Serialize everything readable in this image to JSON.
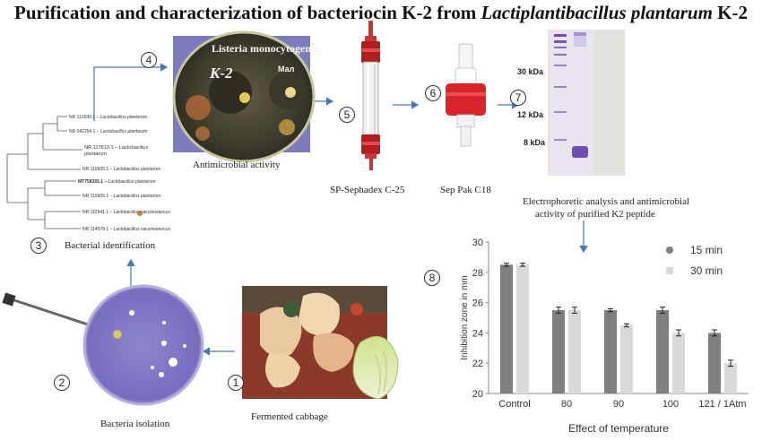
{
  "title": {
    "part1": "Purification and characterization  of bacteriocin K-2 from ",
    "italic": "Lactiplantibacillus plantarum",
    "part2": " K-2"
  },
  "steps": {
    "s1": {
      "number": "1",
      "caption": "Fermented cabbage"
    },
    "s2": {
      "number": "2",
      "caption": "Bacteria  isolation"
    },
    "s3": {
      "number": "3",
      "caption": "Bacterial identification"
    },
    "s4": {
      "number": "4",
      "caption": "Antimicrobial  activity"
    },
    "s5": {
      "number": "5",
      "caption": "SP-Sephadex C-25"
    },
    "s6": {
      "number": "6",
      "caption": "Sep Pak C18"
    },
    "s7": {
      "number": "7",
      "caption_line1": "Electrophoretic  analysis  and antimicrobial",
      "caption_line2": "activity  of purified  K2 peptide"
    },
    "s8": {
      "number": "8"
    }
  },
  "plate": {
    "label_top": "Listeria monocytogenes",
    "label_k2": "K-2",
    "label_mal": "Мал"
  },
  "gel": {
    "markers": [
      "30 kDa",
      "12 kDa",
      "8 kDa"
    ]
  },
  "tree": {
    "leaves": [
      {
        "acc": "NR 112690.1",
        "name": "Lactobacillus plantarum"
      },
      {
        "acc": "NR 042254.1",
        "name": "Lactobacillus plantarum"
      },
      {
        "acc": "NR 117813.1",
        "name": "Lactobacillus",
        "name2": "plantarum"
      },
      {
        "acc": "NR 115605.1",
        "name": "Lactobacillus plantarum"
      },
      {
        "acc": "MT758355.1",
        "name": "Lactobacillus plantarum"
      },
      {
        "acc": "NR 115605.1",
        "name": "Lactobacillus plantarum"
      },
      {
        "acc": "NR 112541.1",
        "name": "Lactobacillus vaccinostercus"
      },
      {
        "acc": "NR 114978.1",
        "name": "Lactobacillus vaccinostercus"
      }
    ]
  },
  "chart_data": {
    "type": "bar",
    "categories": [
      "Control",
      "80",
      "90",
      "100",
      "121 / 1Atm"
    ],
    "series": [
      {
        "name": "15 min",
        "values": [
          28.5,
          25.5,
          25.5,
          25.5,
          24.0
        ],
        "errors": [
          0.1,
          0.2,
          0.1,
          0.2,
          0.2
        ],
        "color": "#7f7f7f"
      },
      {
        "name": "30 min",
        "values": [
          28.5,
          25.5,
          24.5,
          24.0,
          22.0
        ],
        "errors": [
          0.1,
          0.2,
          0.1,
          0.2,
          0.2
        ],
        "color": "#d9d9d9"
      }
    ],
    "xlabel": "Effect of temperature",
    "ylabel": "Inhibition zone in mm",
    "ylim": [
      20,
      30
    ],
    "yticks": [
      20,
      22,
      24,
      26,
      28,
      30
    ],
    "legend_position": "top-right",
    "grid": false
  }
}
